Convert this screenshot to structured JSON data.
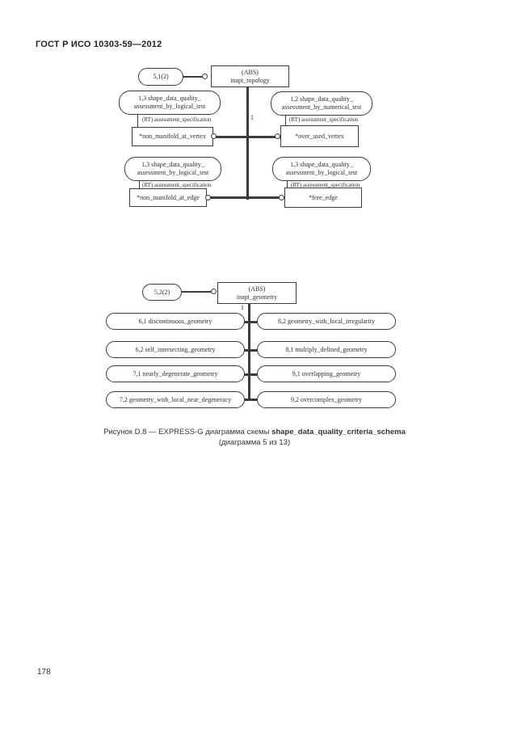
{
  "page": {
    "header": "ГОСТ Р ИСО 10303-59—2012",
    "page_number": "178"
  },
  "caption": {
    "text_regular": "Рисунок D.8 — EXPRESS-G диаграмма схемы ",
    "schema_name": "shape_data_quality_criteria_schema",
    "line2": "(диаграмма 5 из 13)"
  },
  "topology_diagram": {
    "page_ref": "5,1(2)",
    "root_line1": "(ABS)",
    "root_line2": "inapt_topology",
    "cardinality": "1",
    "relation_label": "(RT) assessment_specification",
    "tests": {
      "tl_line1": "1,3 shape_data_quality_",
      "tl_line2": "assessment_by_logical_test",
      "tr_line1": "1,2 shape_data_quality_",
      "tr_line2": "assessment_by_numerical_test",
      "bl_line1": "1,3 shape_data_quality_",
      "bl_line2": "assessment_by_logical_test",
      "br_line1": "1,3 shape_data_quality_",
      "br_line2": "assessment_by_logical_test"
    },
    "entities": {
      "tl": "*non_manifold_at_vertex",
      "tr": "*over_used_vertex",
      "bl": "*non_manifold_at_edge",
      "br": "*free_edge"
    }
  },
  "geometry_diagram": {
    "page_ref": "5,2(2)",
    "root_line1": "(ABS)",
    "root_line2": "inapt_geometry",
    "cardinality": "1",
    "left": [
      "6,1 discontinuous_geometry",
      "6,2 self_intersecting_geometry",
      "7,1 nearly_degenerate_geometry",
      "7,2 geometry_with_local_near_degeneracy"
    ],
    "right": [
      "8,2 geometry_with_local_irregularity",
      "8,1 multiply_defined_geometry",
      "9,1 overlapping_geometry",
      "9,2 overcomplex_geometry"
    ]
  },
  "colors": {
    "line": "#3c3c3c",
    "text": "#2e2e2e"
  }
}
